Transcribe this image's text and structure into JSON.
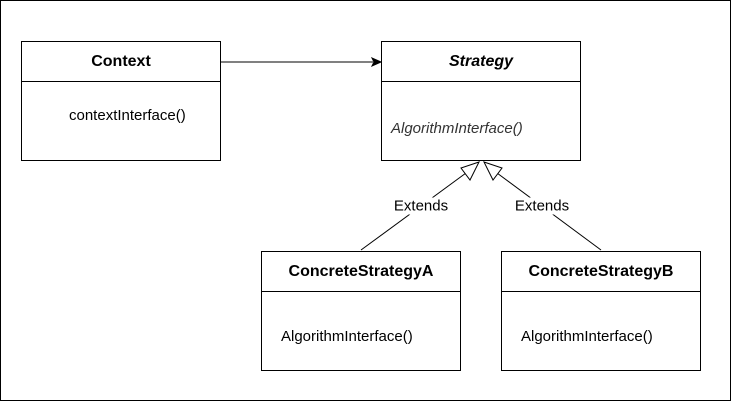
{
  "diagram": {
    "classes": [
      {
        "id": "context",
        "name": "Context",
        "abstract": false,
        "methods": [
          "contextInterface()"
        ]
      },
      {
        "id": "strategy",
        "name": "Strategy",
        "abstract": true,
        "methods": [
          "AlgorithmInterface()"
        ]
      },
      {
        "id": "concrete_a",
        "name": "ConcreteStrategyA",
        "abstract": false,
        "methods": [
          "AlgorithmInterface()"
        ]
      },
      {
        "id": "concrete_b",
        "name": "ConcreteStrategyB",
        "abstract": false,
        "methods": [
          "AlgorithmInterface()"
        ]
      }
    ],
    "relations": [
      {
        "type": "association",
        "from": "context",
        "to": "strategy",
        "label": ""
      },
      {
        "type": "generalization",
        "from": "concrete_a",
        "to": "strategy",
        "label": "Extends"
      },
      {
        "type": "generalization",
        "from": "concrete_b",
        "to": "strategy",
        "label": "Extends"
      }
    ]
  }
}
